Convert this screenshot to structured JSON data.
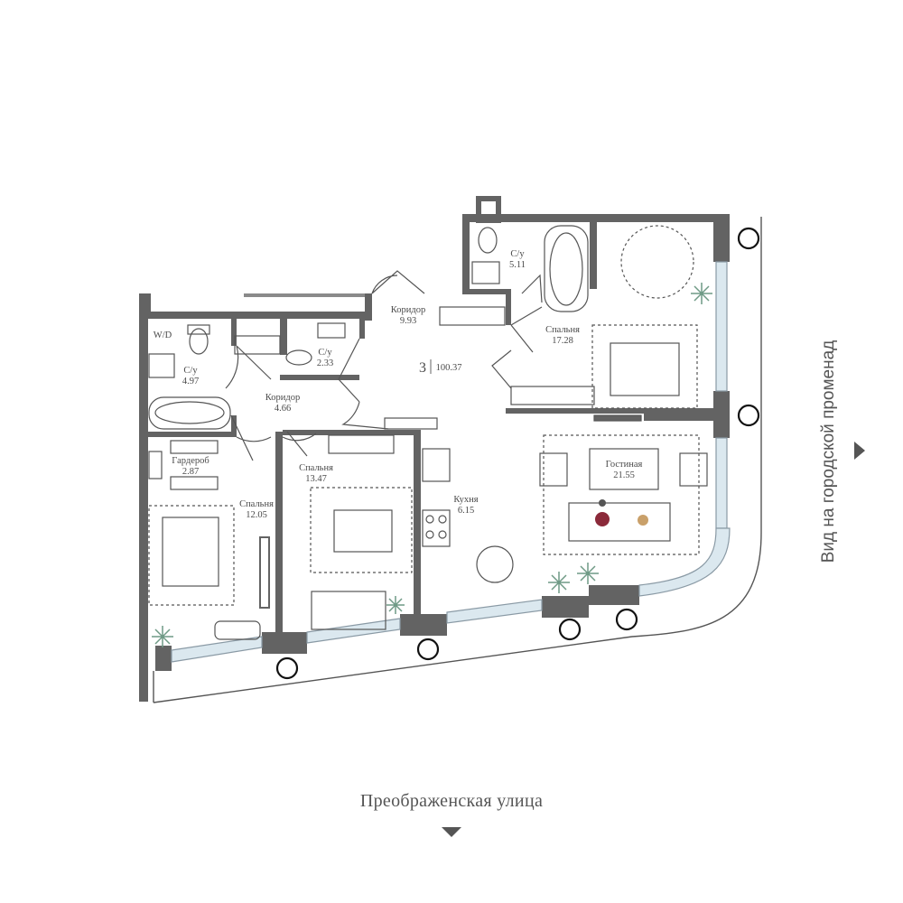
{
  "rooms": [
    {
      "id": "wd",
      "name": "W/D",
      "area": ""
    },
    {
      "id": "bath1",
      "name": "С/у",
      "area": "4.97"
    },
    {
      "id": "corr1",
      "name": "Коридор",
      "area": "4.66"
    },
    {
      "id": "wc",
      "name": "С/у",
      "area": "2.33"
    },
    {
      "id": "corr2",
      "name": "Коридор",
      "area": "9.93"
    },
    {
      "id": "bath2",
      "name": "С/у",
      "area": "5.11"
    },
    {
      "id": "bed1",
      "name": "Спальня",
      "area": "17.28"
    },
    {
      "id": "wardrobe",
      "name": "Гардероб",
      "area": "2.87"
    },
    {
      "id": "bed2",
      "name": "Спальня",
      "area": "12.05"
    },
    {
      "id": "bed3",
      "name": "Спальня",
      "area": "13.47"
    },
    {
      "id": "kitchen",
      "name": "Кухня",
      "area": "6.15"
    },
    {
      "id": "living",
      "name": "Гостиная",
      "area": "21.55"
    }
  ],
  "apartment": {
    "rooms_count": "3",
    "total_area": "100.37"
  },
  "street_label": "Преображенская улица",
  "view_label": "Вид на городской променад",
  "colors": {
    "wall": "#636363",
    "line": "#8a8a8a",
    "glass": "#cfe0ea",
    "plant": "#6f9a86",
    "accent": "#8b2a3a"
  }
}
